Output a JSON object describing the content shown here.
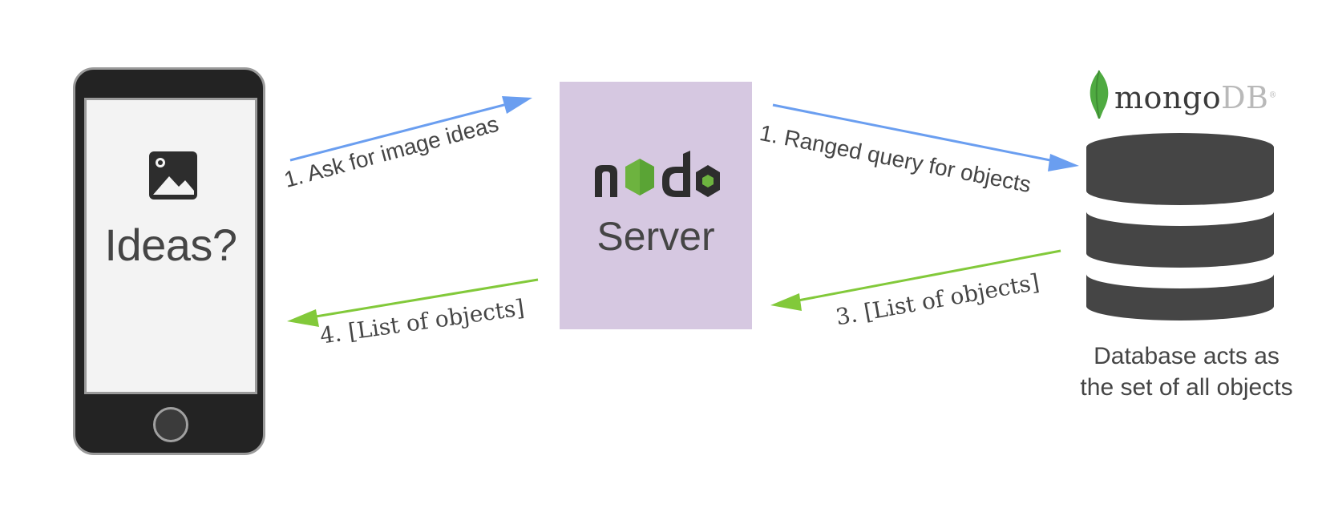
{
  "phone": {
    "text": "Ideas?",
    "icon": "image-icon"
  },
  "server": {
    "logo_text": "node",
    "label": "Server"
  },
  "database": {
    "logo_text": "mongo",
    "logo_text_db": "DB",
    "logo_mark": "®",
    "caption_line1": "Database acts as",
    "caption_line2": "the set of all objects"
  },
  "arrows": {
    "ask": "1. Ask for image ideas",
    "query": "1. Ranged query for objects",
    "db_return": "3. [List of objects]",
    "server_return": "4. [List of objects]"
  },
  "colors": {
    "request_arrow": "#6a9ef0",
    "response_arrow": "#82c93a",
    "server_box": "#d6c8e1",
    "database": "#454545",
    "phone_body": "#232323"
  }
}
